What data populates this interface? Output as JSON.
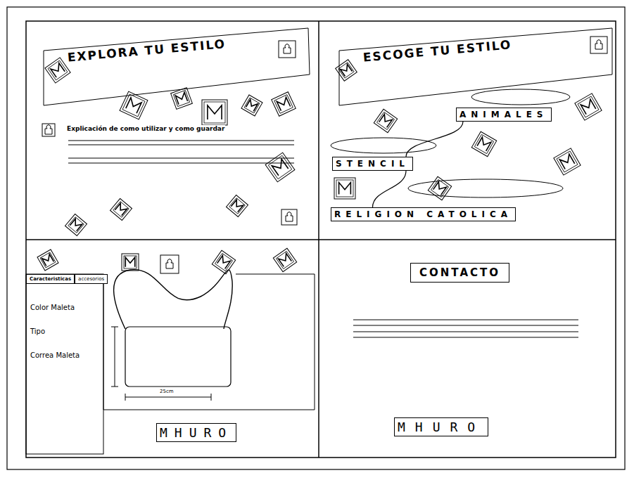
{
  "diagram": {
    "nodes": [
      {
        "text": [
          "EXPLORA TU ESTILO"
        ]
      },
      {
        "text": [
          "ESCOGE TU ESTILO"
        ]
      },
      {
        "text": [
          "ANIMALES"
        ]
      },
      {
        "text": [
          "STENCIL"
        ]
      },
      {
        "text": [
          "RELIGION CATOLICA"
        ]
      },
      {
        "text": [
          "Caracteristicas"
        ]
      },
      {
        "text": [
          "accesorios"
        ]
      },
      {
        "text": [
          "MHURO"
        ]
      },
      {
        "text": [
          "CONTACTO"
        ]
      },
      {
        "text": [
          "MHURO"
        ]
      }
    ],
    "edges": [
      {
        "from": 2,
        "to": 3,
        "arrow": "none"
      },
      {
        "from": 3,
        "to": 4,
        "arrow": "none"
      }
    ],
    "labels": [
      "Explicación de como utilizar y como guardar",
      "Color Maleta",
      "Tipo",
      "Correa Maleta",
      "25cm"
    ]
  }
}
